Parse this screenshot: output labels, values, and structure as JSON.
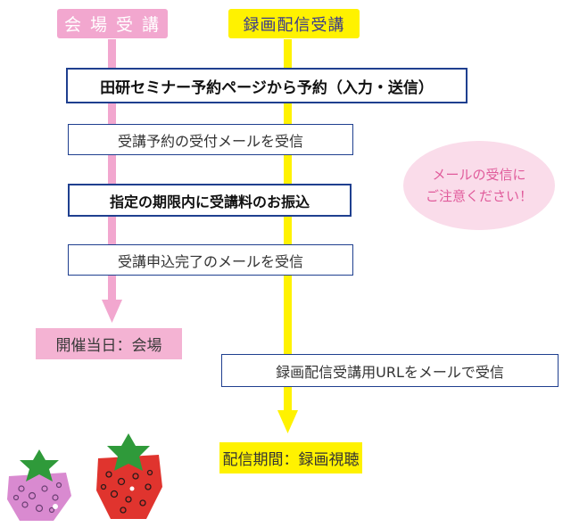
{
  "header": {
    "venue_label": "会 場 受 講",
    "recording_label": "録画配信受講"
  },
  "flow": {
    "step1": "田研セミナー予約ページから予約（入力・送信）",
    "step2": "受講予約の受付メールを受信",
    "step3": "指定の期限内に受講料のお振込",
    "step4": "受講申込完了のメールを受信",
    "venue_destination": "開催当日：会場",
    "recording_step": "録画配信受講用URLをメールで受信",
    "recording_destination": "配信期間：録画視聴"
  },
  "notice": {
    "line1": "メールの受信に",
    "line2": "ご注意ください！"
  },
  "colors": {
    "pink": "#f2a7cf",
    "yellow": "#fff200",
    "box_border": "#1f3f8f",
    "notice_bg": "#fadcea",
    "notice_text": "#e05b9b"
  }
}
